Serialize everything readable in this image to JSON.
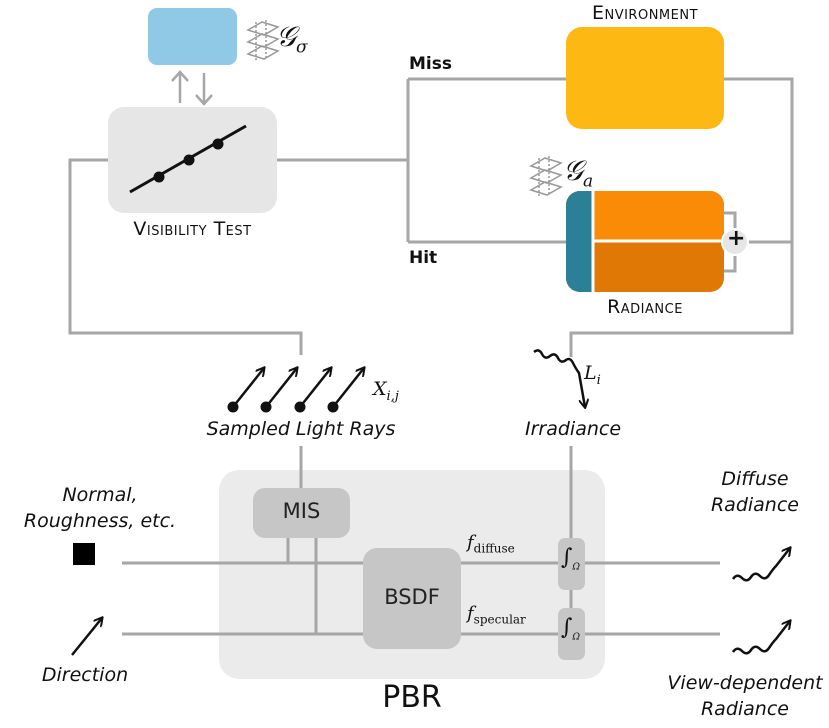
{
  "nodes": {
    "visibility_test": "Visibility Test",
    "environment": "Environment",
    "radiance": "Radiance",
    "mis": "MIS",
    "bsdf": "BSDF",
    "pbr": "PBR"
  },
  "edges": {
    "miss": "Miss",
    "hit": "Hit"
  },
  "symbols": {
    "g_sigma": "𝒢",
    "g_sigma_sub": "σ",
    "g_a": "𝒢",
    "g_a_sub": "a",
    "x_ij": "X",
    "x_ij_sub": "i,j",
    "l_i": "L",
    "l_i_sub": "i",
    "f_diffuse": "f",
    "f_diffuse_sub": "diffuse",
    "f_specular": "f",
    "f_specular_sub": "specular",
    "integral": "∫",
    "integral_sub": "Ω",
    "plus": "+"
  },
  "labels": {
    "sampled_light_rays": "Sampled Light Rays",
    "irradiance": "Irradiance",
    "normal_line1": "Normal,",
    "normal_line2": "Roughness, etc.",
    "direction": "Direction",
    "diffuse_line1": "Diffuse",
    "diffuse_line2": "Radiance",
    "viewdep_line1": "View-dependent",
    "viewdep_line2": "Radiance"
  },
  "colors": {
    "line": "#a6a6a6",
    "panel": "#ebebeb",
    "node_gray": "#c6c6c6",
    "blue": "#8fc9e6",
    "environment": "#fdb813",
    "radiance_top": "#f98b06",
    "radiance_bottom": "#e07806",
    "teal": "#2b7f96"
  }
}
